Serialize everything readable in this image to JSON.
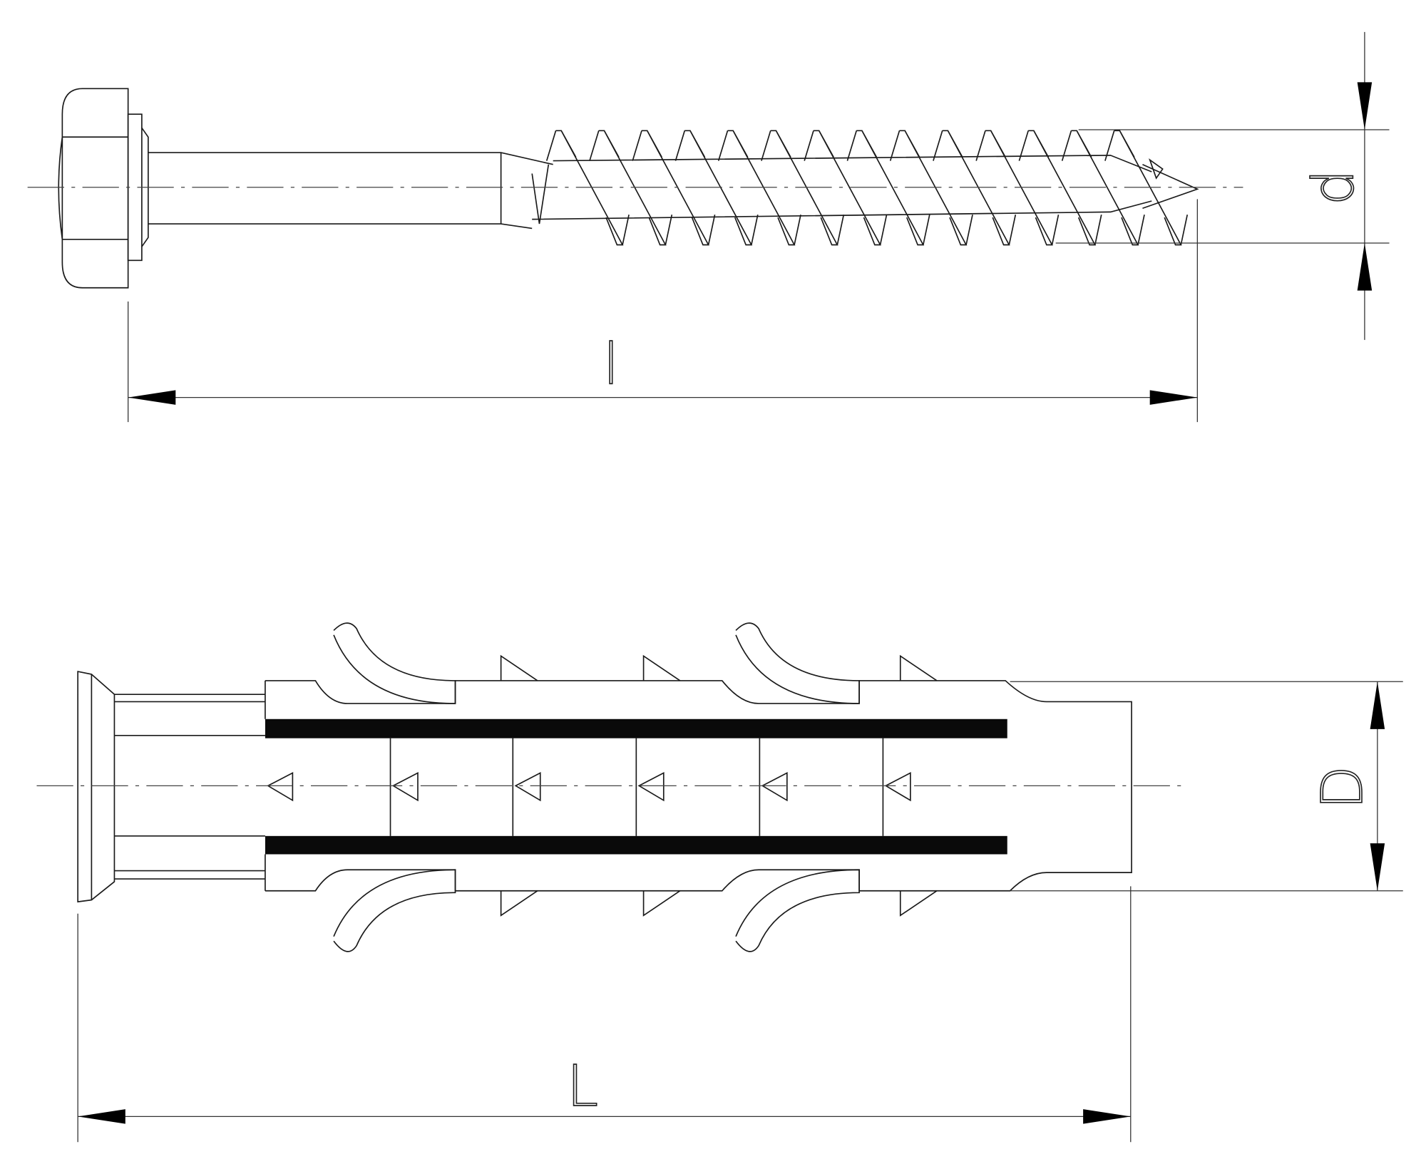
{
  "screw": {
    "length_label": "l",
    "diameter_label": "d",
    "thread_count": 14
  },
  "anchor": {
    "length_label": "L",
    "diameter_label": "D",
    "segment_count": 6
  },
  "colors": {
    "line": "#1a1a1a",
    "background": "#ffffff"
  }
}
